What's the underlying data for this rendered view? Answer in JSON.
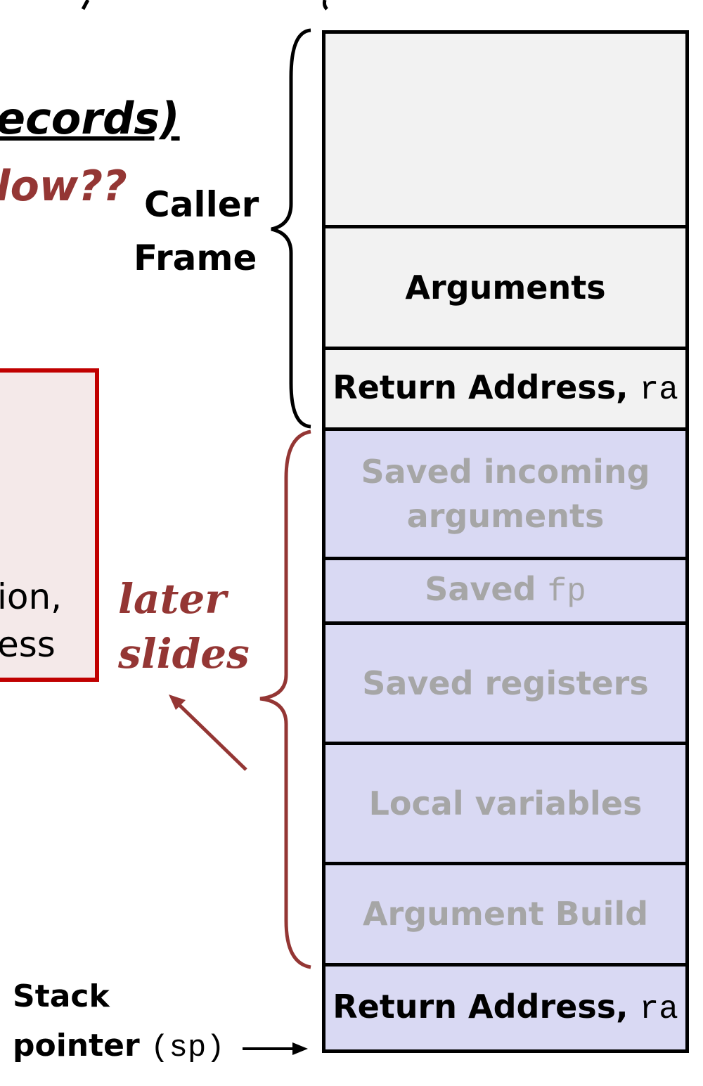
{
  "left_text": {
    "records_fragment": "ecords)",
    "how_fragment": "low??",
    "box_line1_fragment": "ion,",
    "box_line2_fragment": "ess"
  },
  "labels": {
    "caller_frame_line1": "Caller",
    "caller_frame_line2": "Frame",
    "later_line1": "later",
    "later_line2": "slides",
    "stack_pointer_line1": "Stack",
    "stack_pointer_line2": "pointer",
    "stack_pointer_reg": "(sp)"
  },
  "stack": {
    "caller": [
      {
        "label": ""
      },
      {
        "label": "Arguments"
      },
      {
        "label": "Return Address, ",
        "reg": "ra"
      }
    ],
    "callee": [
      {
        "label": "Saved incoming arguments"
      },
      {
        "label": "Saved ",
        "reg": "fp"
      },
      {
        "label": "Saved registers"
      },
      {
        "label": "Local variables"
      },
      {
        "label": "Argument Build"
      },
      {
        "label": "Return Address, ",
        "reg": "ra"
      }
    ]
  },
  "colors": {
    "caller_fill": "#f2f2f2",
    "callee_fill": "#d9d9f3",
    "accent_red": "#943634",
    "box_border_red": "#c00000",
    "box_fill": "#f4e9e9",
    "dim_text": "#a6a6a6"
  }
}
